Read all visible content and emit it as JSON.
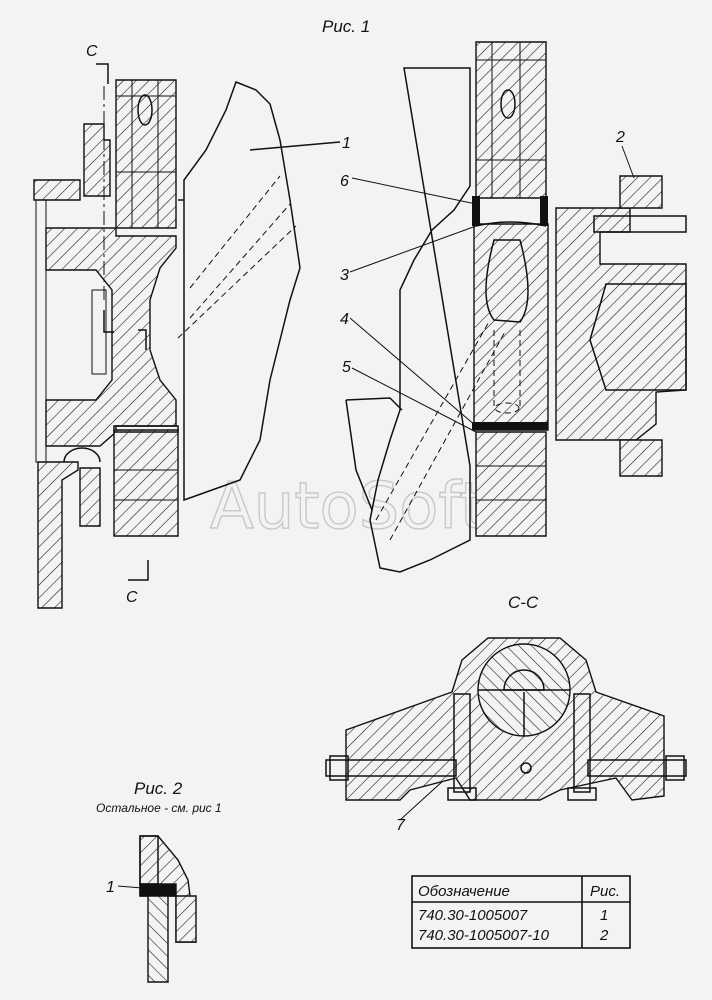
{
  "figures": {
    "fig1_title": "Рис. 1",
    "fig2_title": "Рис. 2",
    "fig2_note": "Остальное - см. рис 1",
    "section_title": "С-С",
    "section_mark": "С"
  },
  "callouts": {
    "c1": "1",
    "c2": "2",
    "c3": "3",
    "c4": "4",
    "c5": "5",
    "c6": "6",
    "c7": "7",
    "fig2_c1": "1"
  },
  "table": {
    "header": {
      "designation": "Обозначение",
      "figure": "Рис."
    },
    "rows": [
      {
        "designation": "740.30-1005007",
        "figure": "1"
      },
      {
        "designation": "740.30-1005007-10",
        "figure": "2"
      }
    ]
  },
  "watermark": "AutoSoft"
}
